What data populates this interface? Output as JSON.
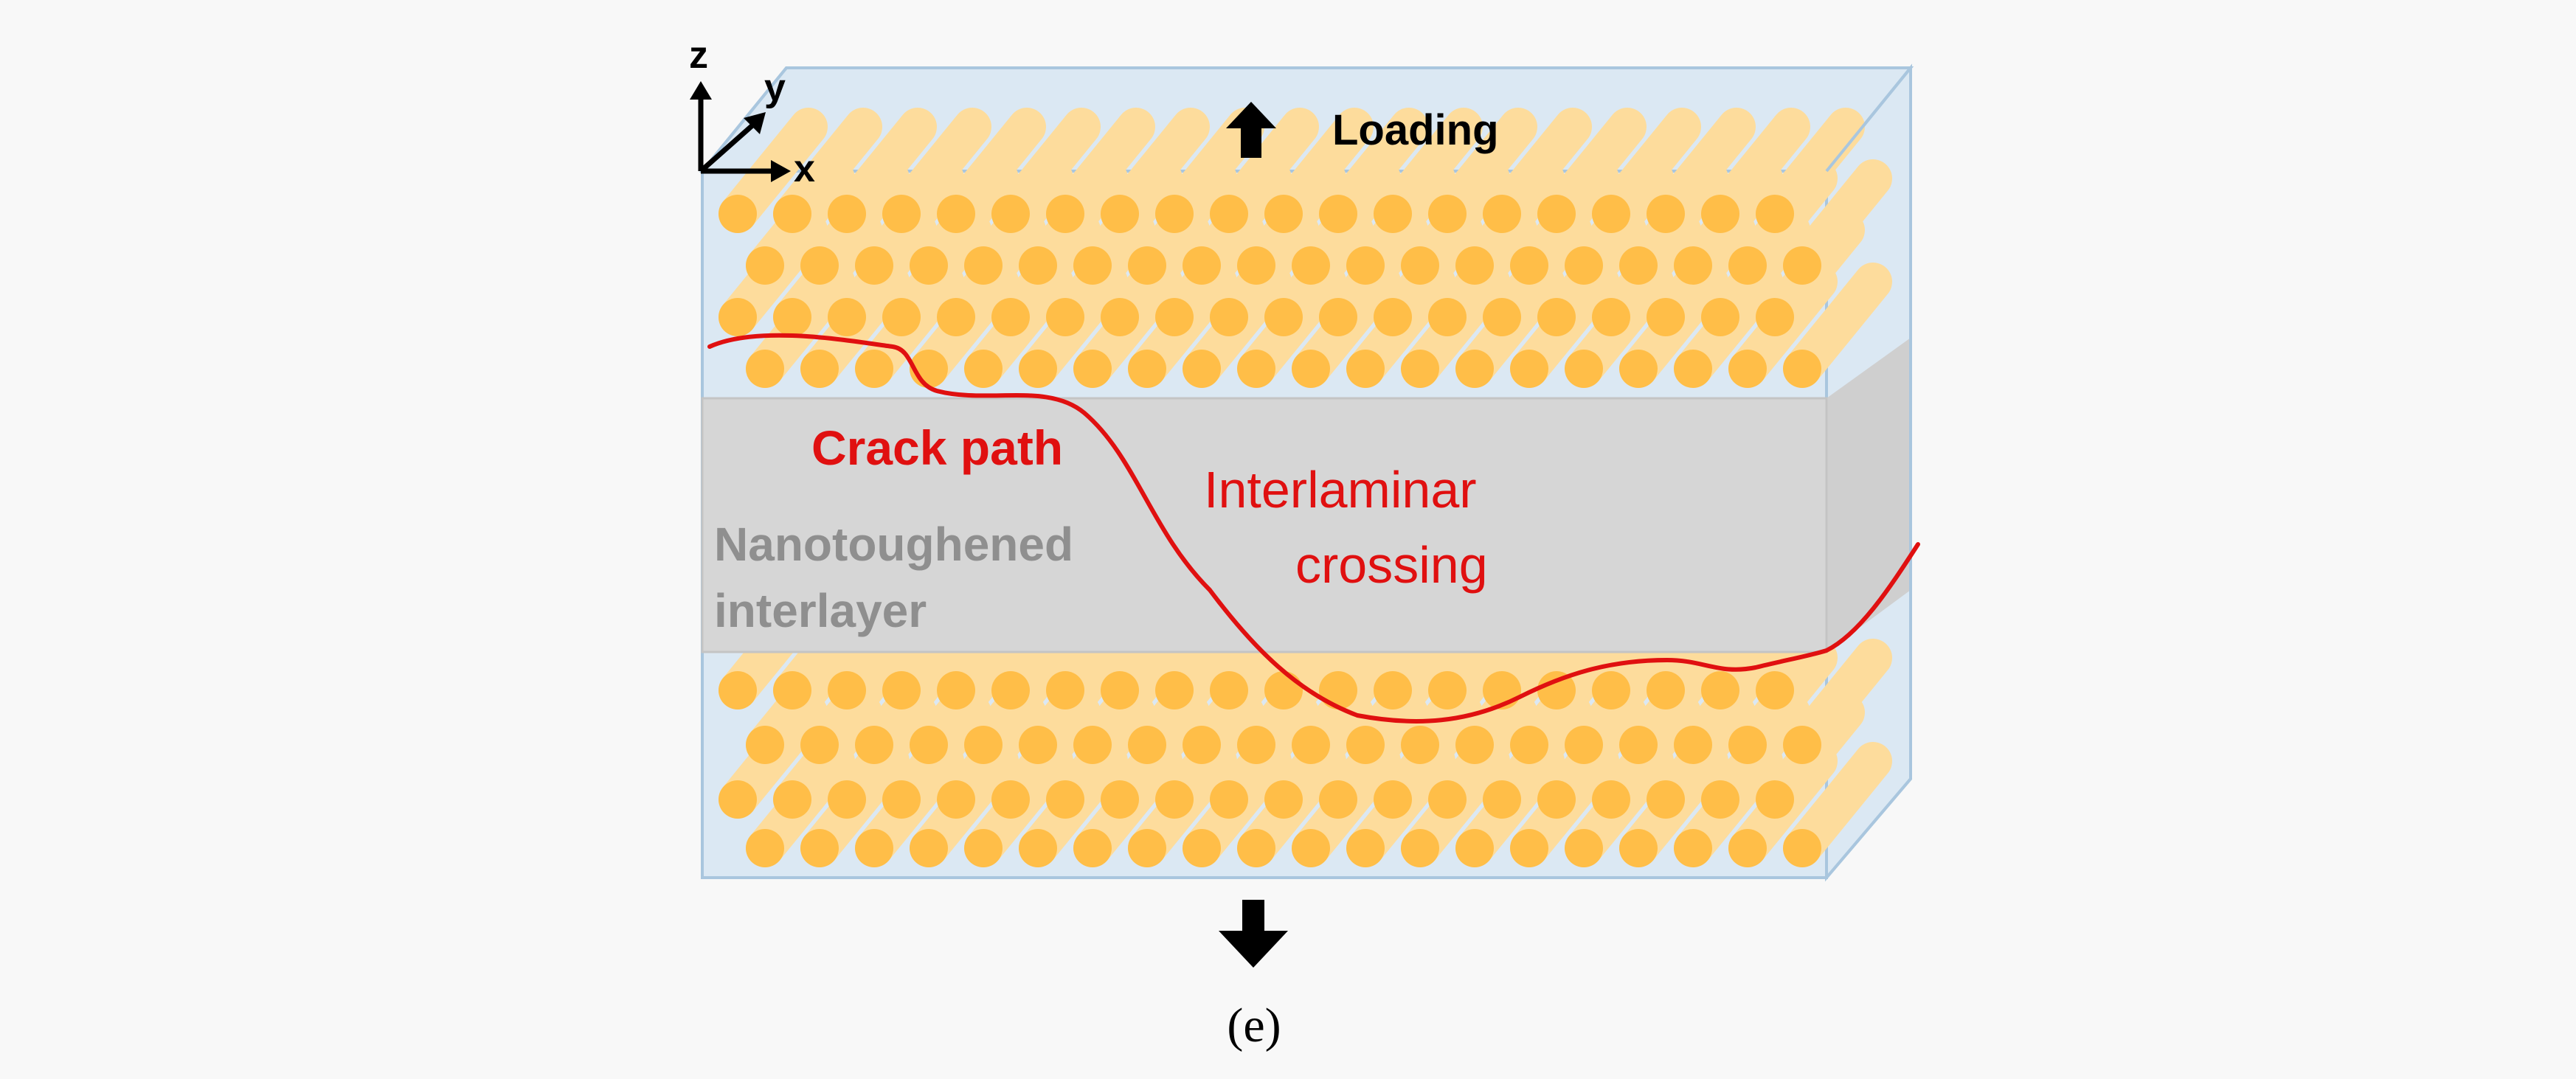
{
  "figure": {
    "axes": {
      "z": "z",
      "y": "y",
      "x": "x"
    },
    "loading_label": "Loading",
    "crack_label": "Crack path",
    "interlayer_label": [
      "Nanotoughened",
      "interlayer"
    ],
    "crossing_label": [
      "Interlaminar",
      "crossing"
    ],
    "caption": "(e)"
  },
  "colors": {
    "background": "#f8f8f8",
    "box_fill": "#dbe8f3",
    "box_edge": "#a9c6de",
    "fiber_side": "#fddc9c",
    "fiber_end": "#ffbe48",
    "interlayer": "#d6d6d6",
    "crack": "#e01010",
    "interlayer_text": "#8f8f8f",
    "arrow": "#000000"
  },
  "icons": [
    "up-arrow-icon",
    "down-arrow-icon",
    "axes-triad-icon"
  ]
}
